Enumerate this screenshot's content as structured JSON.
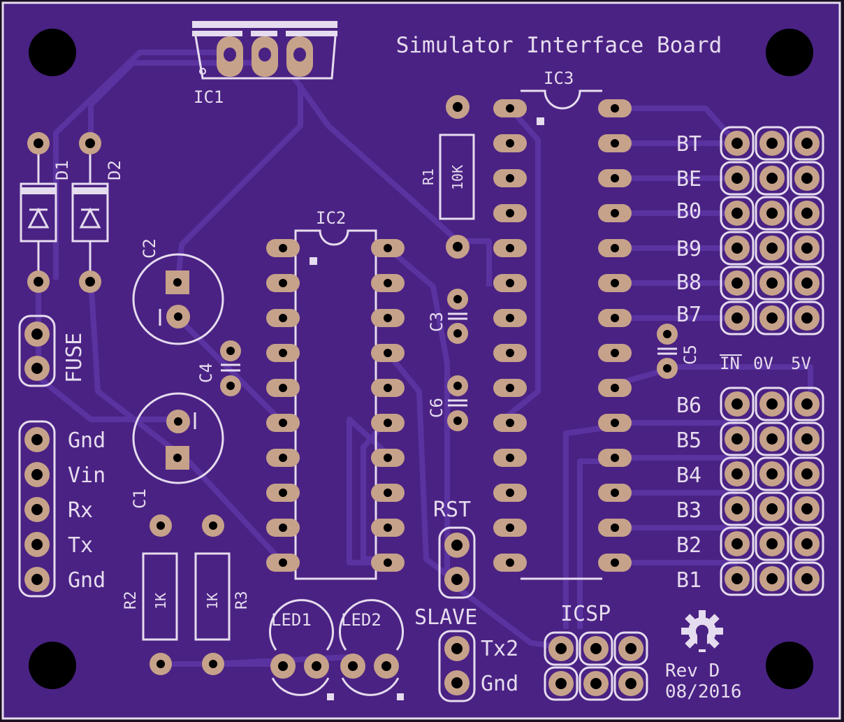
{
  "board": {
    "title": "Simulator Interface Board",
    "revision": "Rev D",
    "date": "08/2016",
    "colors": {
      "board": "#4a2283",
      "trace": "#5b33a0",
      "silk": "#e6dcef",
      "copper": "#c6a28a",
      "hole": "#000000"
    }
  },
  "components": {
    "ic1": "IC1",
    "ic2": "IC2",
    "ic3": "IC3",
    "r1": "R1",
    "r1_value": "10K",
    "r2": "R2",
    "r2_value": "1K",
    "r3": "R3",
    "r3_value": "1K",
    "d1": "D1",
    "d2": "D2",
    "c1": "C1",
    "c2": "C2",
    "c3": "C3",
    "c4": "C4",
    "c5": "C5",
    "c6": "C6",
    "led1": "LED1",
    "led2": "LED2"
  },
  "connectors": {
    "fuse": "FUSE",
    "power": [
      "Gnd",
      "Vin",
      "Rx",
      "Tx",
      "Gnd"
    ],
    "rst": "RST",
    "slave": "SLAVE",
    "slave_pins": [
      "Tx2",
      "Gnd"
    ],
    "icsp": "ICSP",
    "header_legend": [
      "IN",
      "0V",
      "5V"
    ],
    "buttons_top": [
      "BT",
      "BE",
      "B0",
      "B9",
      "B8",
      "B7"
    ],
    "buttons_bottom": [
      "B6",
      "B5",
      "B4",
      "B3",
      "B2",
      "B1"
    ]
  }
}
